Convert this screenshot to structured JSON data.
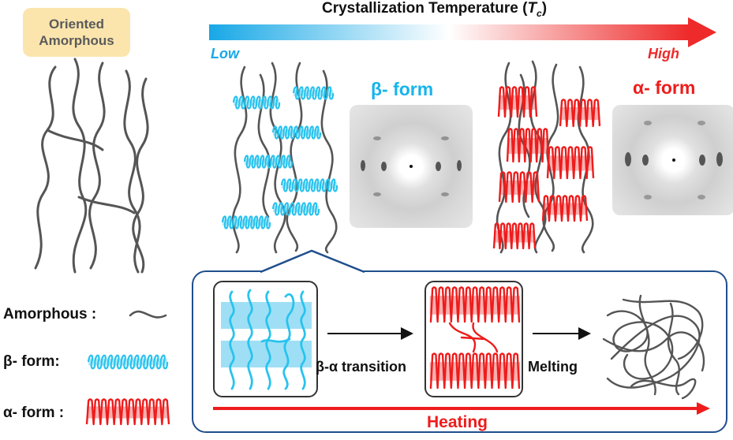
{
  "header": {
    "title_main": "Crystallization Temperature (",
    "title_var": "T",
    "title_sub": "c",
    "title_close": ")",
    "low": "Low",
    "high": "High"
  },
  "badge": {
    "line1": "Oriented",
    "line2": "Amorphous"
  },
  "forms": {
    "beta": "β- form",
    "alpha": "α- form"
  },
  "legend": {
    "amorphous": "Amorphous :",
    "beta": "β- form:",
    "alpha": "α- form :"
  },
  "process": {
    "transition": "β-α transition",
    "melting": "Melting",
    "heating": "Heating"
  },
  "colors": {
    "beta": "#29c3ee",
    "alpha": "#ee1c1c",
    "chain": "#555555",
    "panel_border": "#1f4e8c",
    "badge": "#fbe5ad",
    "arrow_start": "#18a8e6",
    "arrow_end": "#ee2a2a"
  }
}
